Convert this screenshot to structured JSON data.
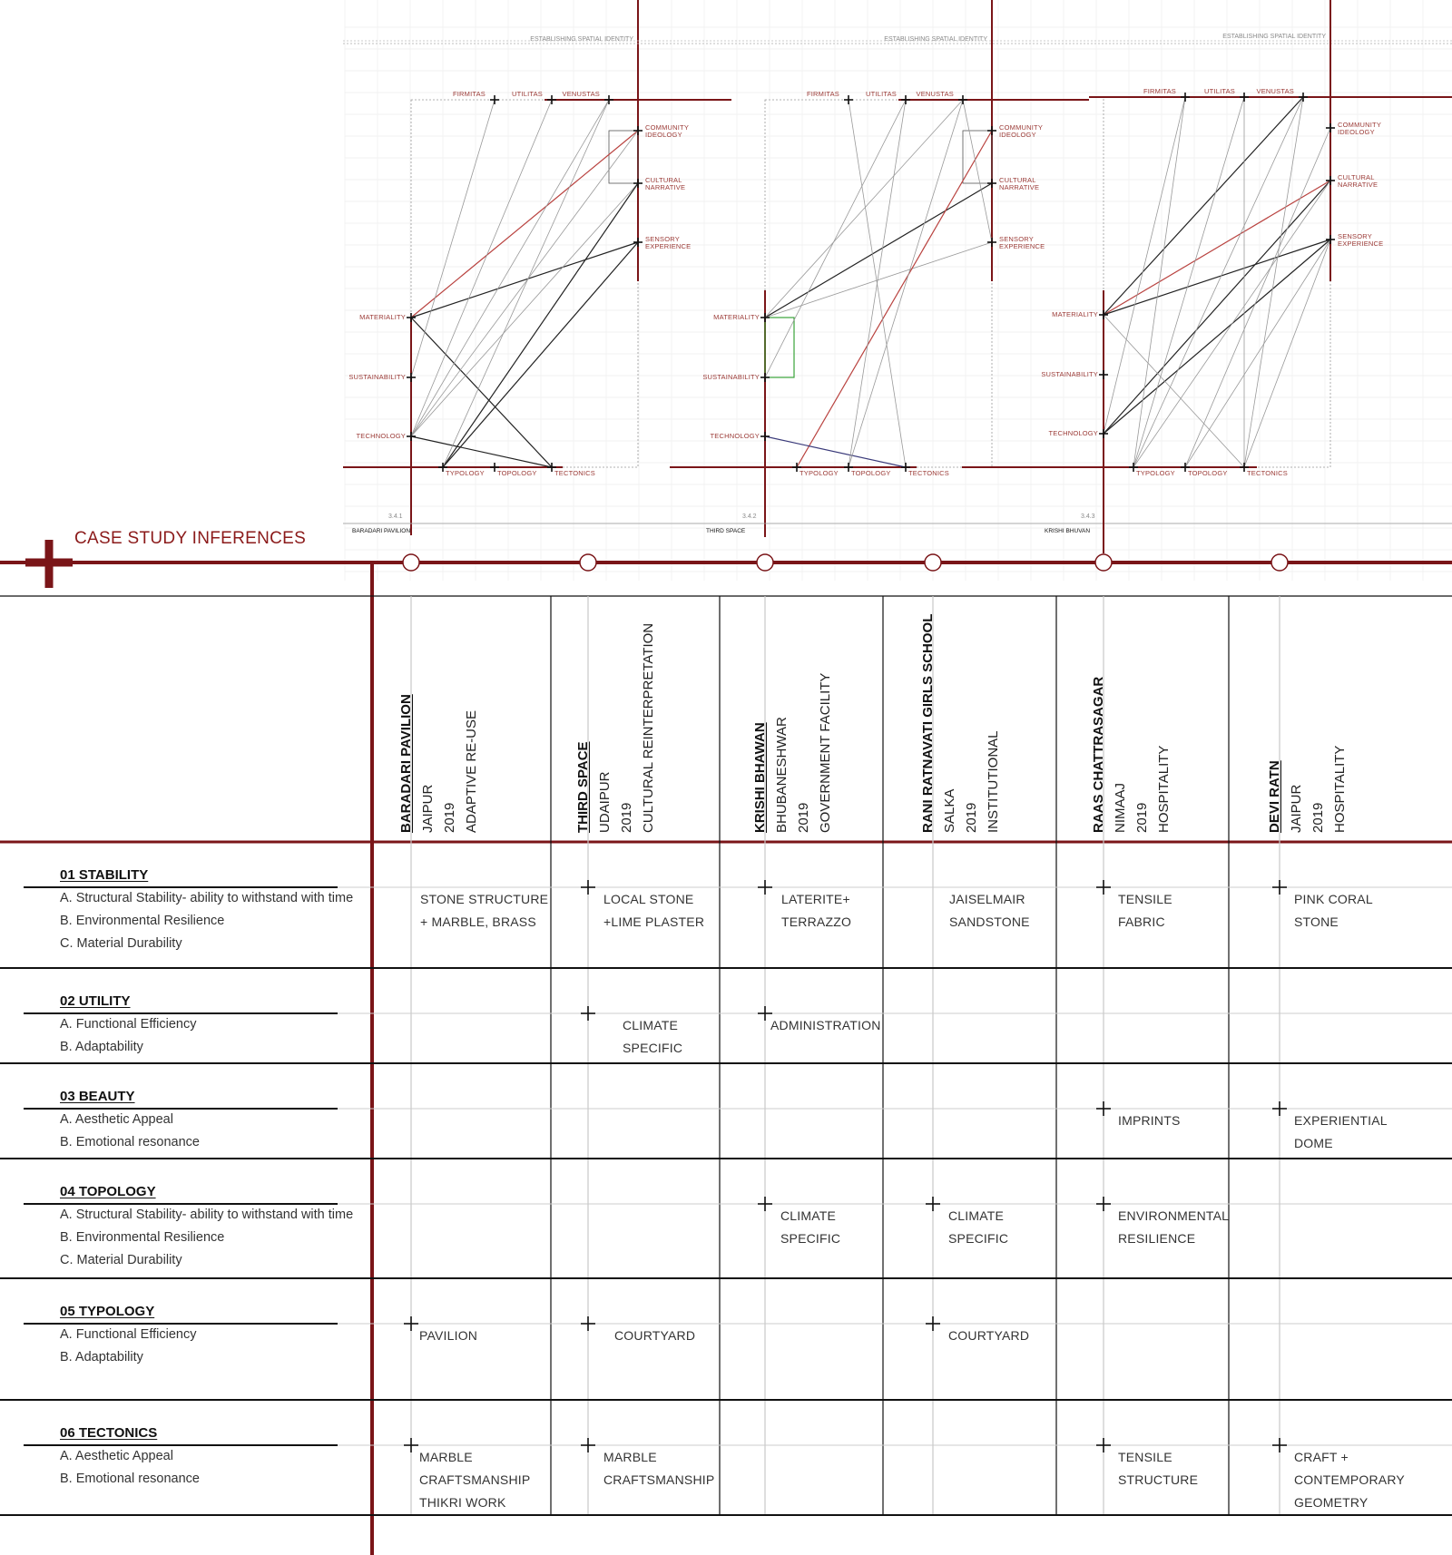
{
  "heading": "CASE STUDY INFERENCES",
  "diagram_labels": {
    "spatial_identity": "ESTABLISHING SPATIAL IDENTITY",
    "top": [
      "FIRMITAS",
      "UTILITAS",
      "VENUSTAS"
    ],
    "right": [
      "COMMUNITY",
      "IDEOLOGY",
      "CULTURAL",
      "NARRATIVE",
      "SENSORY",
      "EXPERIENCE"
    ],
    "left": [
      "MATERIALITY",
      "SUSTAINABILITY",
      "TECHNOLOGY"
    ],
    "bottom": [
      "TYPOLOGY",
      "TOPOLOGY",
      "TECTONICS"
    ]
  },
  "diagrams": [
    {
      "number": "3.4.1",
      "name": "BARADARI PAVILION"
    },
    {
      "number": "3.4.2",
      "name": "THIRD SPACE"
    },
    {
      "number": "3.4.3",
      "name": "KRISHI BHUVAN"
    }
  ],
  "projects": [
    {
      "name": "BARADARI PAVILION",
      "city": "JAIPUR",
      "year": "2019",
      "type": "ADAPTIVE RE-USE"
    },
    {
      "name": "THIRD SPACE",
      "city": "UDAIPUR",
      "year": "2019",
      "type": "CULTURAL REINTERPRETATION"
    },
    {
      "name": "KRISHI BHAWAN",
      "city": "BHUBANESHWAR",
      "year": "2019",
      "type": "GOVERNMENT FACILITY"
    },
    {
      "name": "RANI RATNAVATI GIRLS SCHOOL",
      "city": "SALKA",
      "year": "2019",
      "type": "INSTITUTIONAL"
    },
    {
      "name": "RAAS CHATTRASAGAR",
      "city": "NIMAAJ",
      "year": "2019",
      "type": "HOSPITALITY"
    },
    {
      "name": "DEVI RATN",
      "city": "JAIPUR",
      "year": "2019",
      "type": "HOSPITALITY"
    }
  ],
  "criteria": [
    {
      "title": "01 STABILITY",
      "items": [
        "A. Structural Stability- ability to withstand with time",
        "B. Environmental Resilience",
        "C. Material Durability"
      ],
      "cells": [
        [
          "STONE STRUCTURE",
          "+ MARBLE, BRASS"
        ],
        [
          "LOCAL STONE",
          "+LIME PLASTER"
        ],
        [
          "LATERITE+",
          "TERRAZZO"
        ],
        [
          "JAISELMAIR",
          "SANDSTONE"
        ],
        [
          "TENSILE",
          "FABRIC"
        ],
        [
          "PINK CORAL",
          "STONE"
        ]
      ]
    },
    {
      "title": "02 UTILITY",
      "items": [
        "A. Functional Efficiency",
        "B. Adaptability"
      ],
      "cells": [
        [],
        [
          "CLIMATE",
          "SPECIFIC"
        ],
        [
          "ADMINISTRATION"
        ],
        [],
        [],
        []
      ]
    },
    {
      "title": "03 BEAUTY",
      "items": [
        "A. Aesthetic Appeal",
        "B. Emotional resonance"
      ],
      "cells": [
        [],
        [],
        [],
        [],
        [
          "IMPRINTS"
        ],
        [
          "EXPERIENTIAL",
          "DOME"
        ]
      ]
    },
    {
      "title": "04 TOPOLOGY",
      "items": [
        "A. Structural Stability- ability to withstand with time",
        "B. Environmental Resilience",
        "C. Material Durability"
      ],
      "cells": [
        [],
        [],
        [
          "CLIMATE",
          "SPECIFIC"
        ],
        [
          "CLIMATE",
          "SPECIFIC"
        ],
        [
          "ENVIRONMENTAL",
          "RESILIENCE"
        ],
        []
      ]
    },
    {
      "title": "05 TYPOLOGY",
      "items": [
        "A. Functional Efficiency",
        "B. Adaptability"
      ],
      "cells": [
        [
          "PAVILION"
        ],
        [
          "COURTYARD"
        ],
        [],
        [
          "COURTYARD"
        ],
        [],
        []
      ]
    },
    {
      "title": "06 TECTONICS",
      "items": [
        "A. Aesthetic Appeal",
        "B. Emotional resonance"
      ],
      "cells": [
        [
          "MARBLE",
          "CRAFTSMANSHIP",
          "THIKRI WORK"
        ],
        [
          "MARBLE",
          "CRAFTSMANSHIP"
        ],
        [],
        [],
        [
          "TENSILE",
          "STRUCTURE"
        ],
        [
          "CRAFT +",
          "CONTEMPORARY",
          "GEOMETRY"
        ]
      ]
    }
  ],
  "colors": {
    "accent": "#7a1518",
    "accent_light": "#b9423f",
    "line_gray": "#999999"
  }
}
